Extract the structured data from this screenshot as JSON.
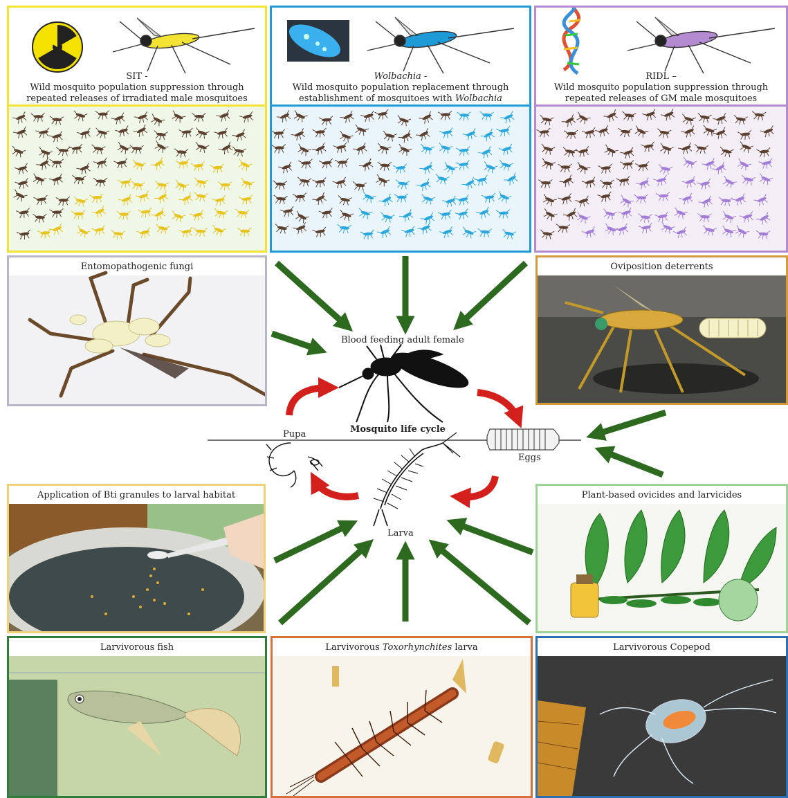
{
  "strategies": [
    {
      "id": "sit",
      "name": "SIT -",
      "description_line1": "Wild mosquito population suppression through",
      "description_line2": "repeated releases of irradiated male mosquitoes",
      "color": "#f3e332"
    },
    {
      "id": "wolbachia",
      "name": "Wolbachia",
      "name_suffix": " -",
      "description_line1": "Wild mosquito population replacement through",
      "description_line2_prefix": "establishment of mosquitoes with ",
      "description_line2_italic": "Wolbachia",
      "color": "#1e9ad6"
    },
    {
      "id": "ridl",
      "name": "RIDL –",
      "description_line1": "Wild mosquito population suppression through",
      "description_line2": "repeated releases of GM male mosquitoes",
      "color": "#b48bd0"
    }
  ],
  "panels": {
    "fungi": {
      "title": "Entomopathogenic fungi",
      "border": "#b6b6c6"
    },
    "oviposition": {
      "title": "Oviposition deterrents",
      "border": "#d59a3a"
    },
    "bti": {
      "title": "Application of Bti granules to larval habitat",
      "border": "#f1d17a"
    },
    "plant": {
      "title": "Plant-based ovicides and larvicides",
      "border": "#9fd39b"
    },
    "fish": {
      "title": "Larvivorous fish",
      "border": "#2f7d3a"
    },
    "toxo": {
      "title_prefix": "Larvivorous ",
      "title_italic": "Toxorhynchites",
      "title_suffix": " larva",
      "border": "#d7703a"
    },
    "copepod": {
      "title": "Larvivorous Copepod",
      "border": "#2d6fb3"
    }
  },
  "lifecycle": {
    "title": "Mosquito life cycle",
    "adult": "Blood feeding adult female",
    "eggs": "Eggs",
    "larva": "Larva",
    "pupa": "Pupa"
  },
  "colors": {
    "arrow_green": "#2d6a1f",
    "cycle_red": "#d4201c",
    "mosquito_dark": "#5b4030"
  }
}
